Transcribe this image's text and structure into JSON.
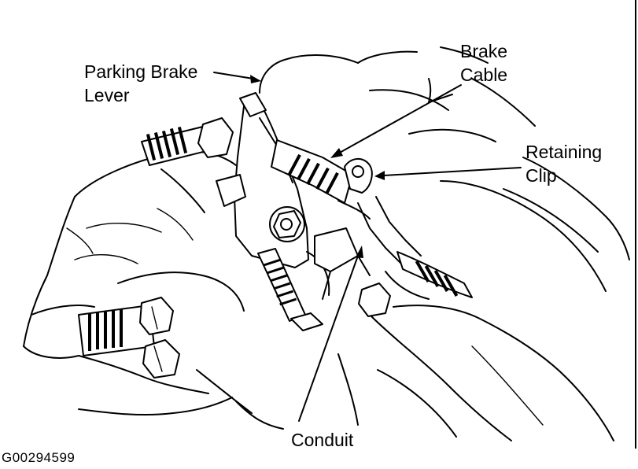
{
  "labels": {
    "parking_brake_line1": "Parking Brake",
    "parking_brake_line2": "Lever",
    "brake_cable_line1": "Brake",
    "brake_cable_line2": "Cable",
    "retaining_clip_line1": "Retaining",
    "retaining_clip_line2": "Clip",
    "conduit": "Conduit"
  },
  "figure_id": "G00294599",
  "colors": {
    "ink": "#000000",
    "paper": "#ffffff"
  }
}
